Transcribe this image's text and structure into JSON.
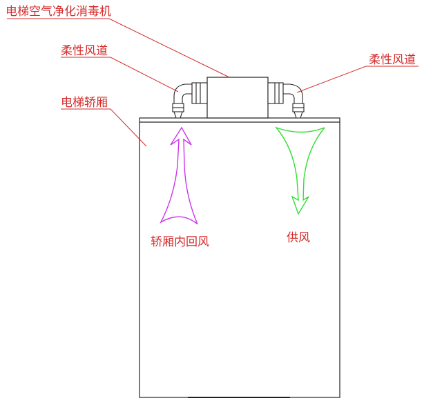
{
  "labels": {
    "purifier": "电梯空气净化消毒机",
    "duct_left": "柔性风道",
    "duct_right": "柔性风道",
    "cabin": "电梯轿厢",
    "return_air": "轿厢内回风",
    "supply_air": "供风"
  },
  "colors": {
    "label_text": "#d42a2a",
    "leader_line": "#d42a2a",
    "outline": "#222222",
    "return_arrow": "#cc33ee",
    "supply_arrow": "#33dd33"
  }
}
